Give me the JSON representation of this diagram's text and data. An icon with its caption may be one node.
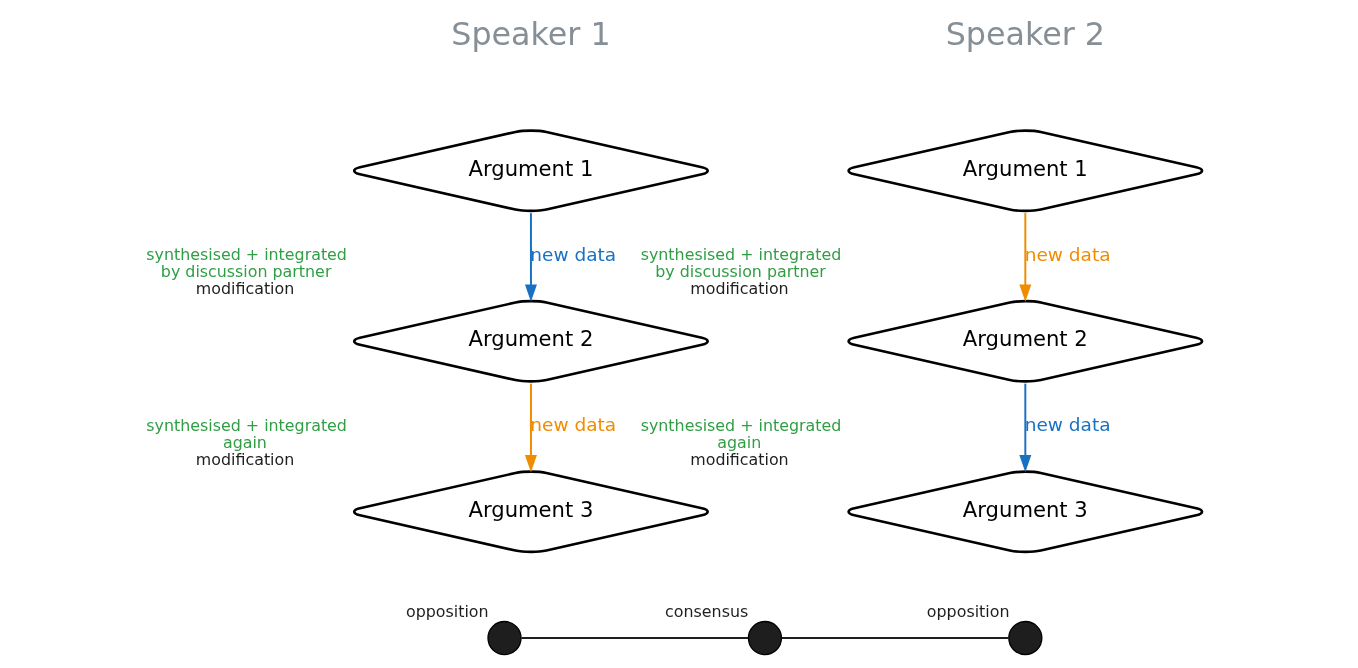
{
  "diagram": {
    "nodes": [
      {
        "text": [
          "Argument 1"
        ]
      },
      {
        "text": [
          "Argument 1"
        ]
      },
      {
        "text": [
          "Argument 2"
        ],
        "beside": [
          "synthesised + integrated by discussion partner",
          "modification"
        ]
      },
      {
        "text": [
          "Argument 2"
        ],
        "beside": [
          "synthesised + integrated by discussion partner",
          "modification"
        ]
      },
      {
        "text": [
          "Argument 3"
        ],
        "beside": [
          "synthesised + integrated again",
          "modification"
        ]
      },
      {
        "text": [
          "Argument 3"
        ],
        "beside": [
          "synthesised + integrated again",
          "modification"
        ]
      },
      {
        "text": [],
        "shape": "circle",
        "beside": [
          "opposition"
        ]
      },
      {
        "text": [],
        "shape": "circle",
        "beside": [
          "consensus"
        ]
      },
      {
        "text": [],
        "shape": "circle",
        "beside": [
          "opposition"
        ]
      }
    ],
    "edges": [
      {
        "from": 0,
        "to": 3,
        "arrow": "to",
        "label": "new data",
        "color": "#1971c2"
      },
      {
        "from": 1,
        "to": 2,
        "arrow": "to",
        "label": "new data",
        "color": "#f08c00"
      },
      {
        "from": 2,
        "to": 5,
        "arrow": "to",
        "label": "new data",
        "color": "#1971c2"
      },
      {
        "from": 3,
        "to": 4,
        "arrow": "to",
        "label": "new data",
        "color": "#f08c00"
      },
      {
        "from": 6,
        "to": 7,
        "arrow": "none",
        "color": "#1e1e1e"
      },
      {
        "from": 7,
        "to": 8,
        "arrow": "none",
        "color": "#1e1e1e"
      }
    ],
    "labels": [
      "Speaker 1",
      "Speaker 2"
    ]
  }
}
